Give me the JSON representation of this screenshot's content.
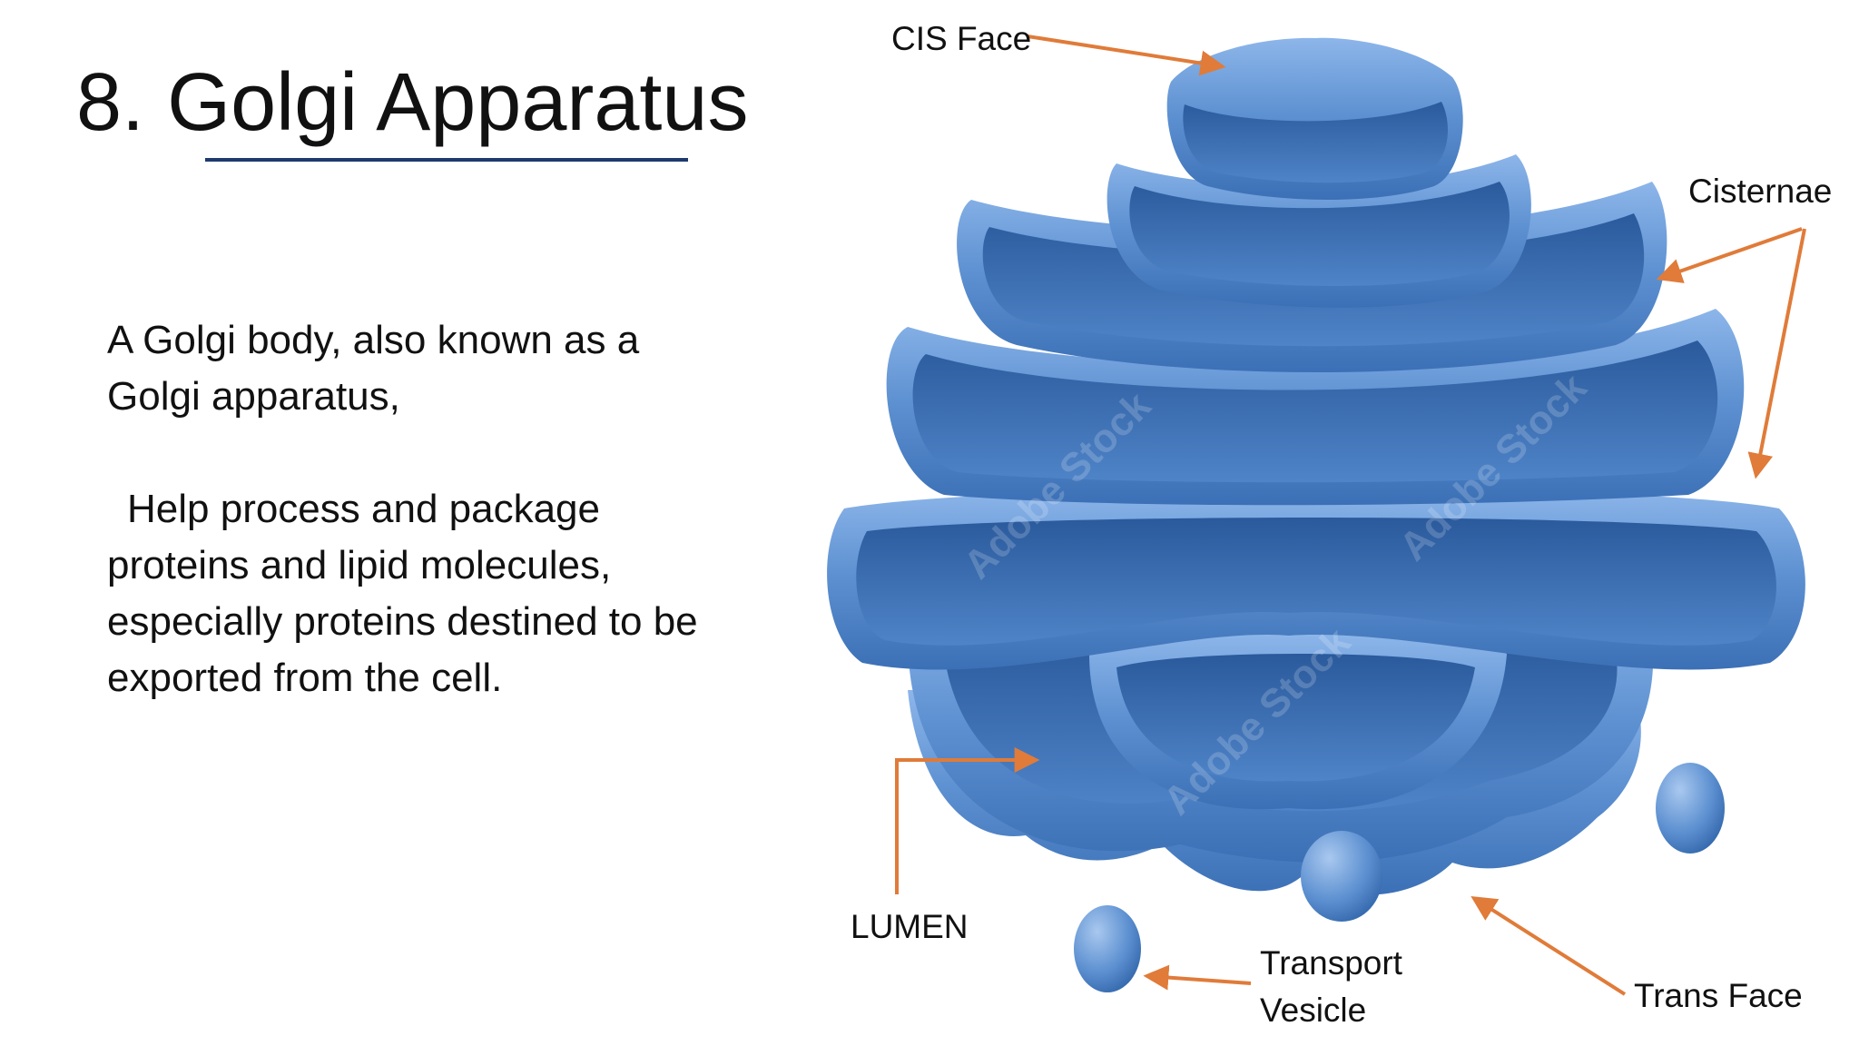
{
  "slide": {
    "title": "8. Golgi Apparatus",
    "paragraph_1_line_1": "A Golgi body, also known as a",
    "paragraph_1_line_2": "Golgi apparatus,",
    "paragraph_2_line_1": "Help process and package",
    "paragraph_2_line_2": "proteins and lipid molecules,",
    "paragraph_2_line_3": "especially proteins destined to be",
    "paragraph_2_line_4": "exported from the cell."
  },
  "diagram": {
    "labels": {
      "cis_face": "CIS Face",
      "cisternae": "Cisternae",
      "lumen": "LUMEN",
      "transport_vesicle_line_1": "Transport",
      "transport_vesicle_line_2": "Vesicle",
      "trans_face": "Trans Face"
    },
    "watermark": "Adobe Stock"
  },
  "colors": {
    "title_rule": "#1f3a6e",
    "organelle_fill": "#5b8fd0",
    "organelle_dark": "#2f63a8",
    "organelle_light": "#a9c8ef",
    "arrow": "#e07b39"
  }
}
